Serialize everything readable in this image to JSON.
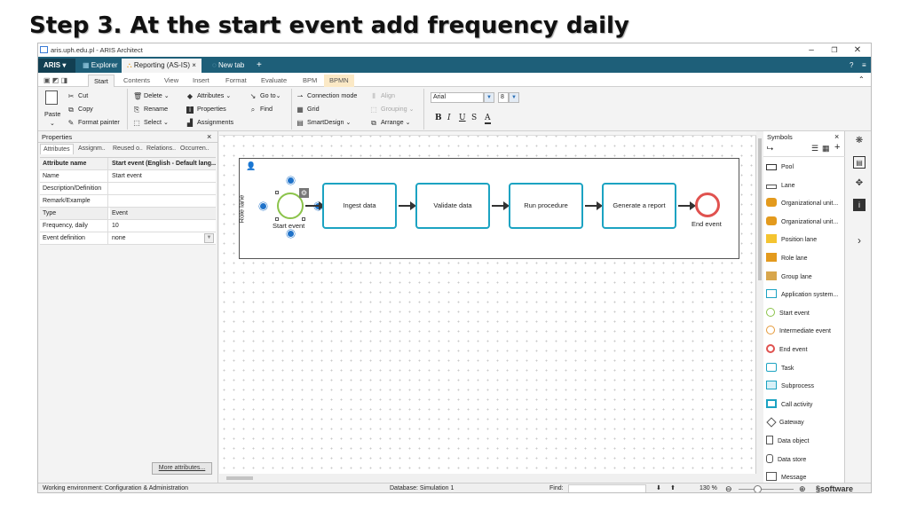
{
  "slide": {
    "title": "Step 3. At the start event add frequency daily"
  },
  "window": {
    "title": "aris.uph.edu.pl - ARIS Architect",
    "min": "–",
    "max": "❐",
    "close": "✕"
  },
  "tabs": [
    {
      "label": "ARIS ▾"
    },
    {
      "label": "Explorer"
    },
    {
      "label": "Reporting (AS-IS)",
      "close": "×"
    },
    {
      "label": "New tab"
    },
    {
      "label": "+"
    }
  ],
  "tabbar_right": {
    "help": "?",
    "menu": "≡"
  },
  "ribbon_tabs": [
    "Start",
    "Contents",
    "View",
    "Insert",
    "Format",
    "Evaluate",
    "BPM",
    "BPMN"
  ],
  "ribbon": {
    "paste": "Paste",
    "cut": "Cut",
    "copy": "Copy",
    "format_painter": "Format painter",
    "delete": "Delete",
    "rename": "Rename",
    "select": "Select",
    "attributes": "Attributes",
    "properties": "Properties",
    "assignments": "Assignments",
    "goto": "Go to",
    "find": "Find",
    "connection_mode": "Connection mode",
    "grid": "Grid",
    "smartdesign": "SmartDesign",
    "align": "Align",
    "grouping": "Grouping",
    "arrange": "Arrange",
    "font": "Arial",
    "font_size": "8",
    "bold": "B",
    "italic": "I",
    "underline": "U",
    "strike": "S",
    "color": "A"
  },
  "properties": {
    "title": "Properties",
    "close": "×",
    "tabs": [
      "Attributes",
      "Assignm..",
      "Reused o..",
      "Relations..",
      "Occurren.."
    ],
    "header": {
      "key": "Attribute name",
      "value": "Start event (English - Default lang..."
    },
    "rows": [
      {
        "key": "Name",
        "value": "Start event"
      },
      {
        "key": "Description/Definition",
        "value": ""
      },
      {
        "key": "Remark/Example",
        "value": ""
      },
      {
        "key": "Type",
        "value": "Event"
      },
      {
        "key": "Frequency, daily",
        "value": "10"
      },
      {
        "key": "Event definition",
        "value": "none"
      }
    ],
    "more_button": "More attributes..."
  },
  "diagram": {
    "lane_label": "Role lane",
    "start_event": "Start event",
    "end_event": "End event",
    "tasks": [
      "Ingest data",
      "Validate data",
      "Run procedure",
      "Generate a report"
    ],
    "colors": {
      "task_border": "#1ca3c2",
      "start_event": "#8bc34a",
      "end_event": "#e0524f",
      "handle": "#1f72c9"
    }
  },
  "symbols": {
    "title": "Symbols",
    "close": "×",
    "items": [
      "Pool",
      "Lane",
      "Organizational unit...",
      "Organizational unit...",
      "Position lane",
      "Role lane",
      "Group lane",
      "Application system...",
      "Start event",
      "Intermediate event",
      "End event",
      "Task",
      "Subprocess",
      "Call activity",
      "Gateway",
      "Data object",
      "Data store",
      "Message"
    ]
  },
  "status": {
    "environment": "Working environment: Configuration & Administration",
    "database": "Database: Simulation 1",
    "find_label": "Find:",
    "zoom": "130 %",
    "brand": "software"
  }
}
